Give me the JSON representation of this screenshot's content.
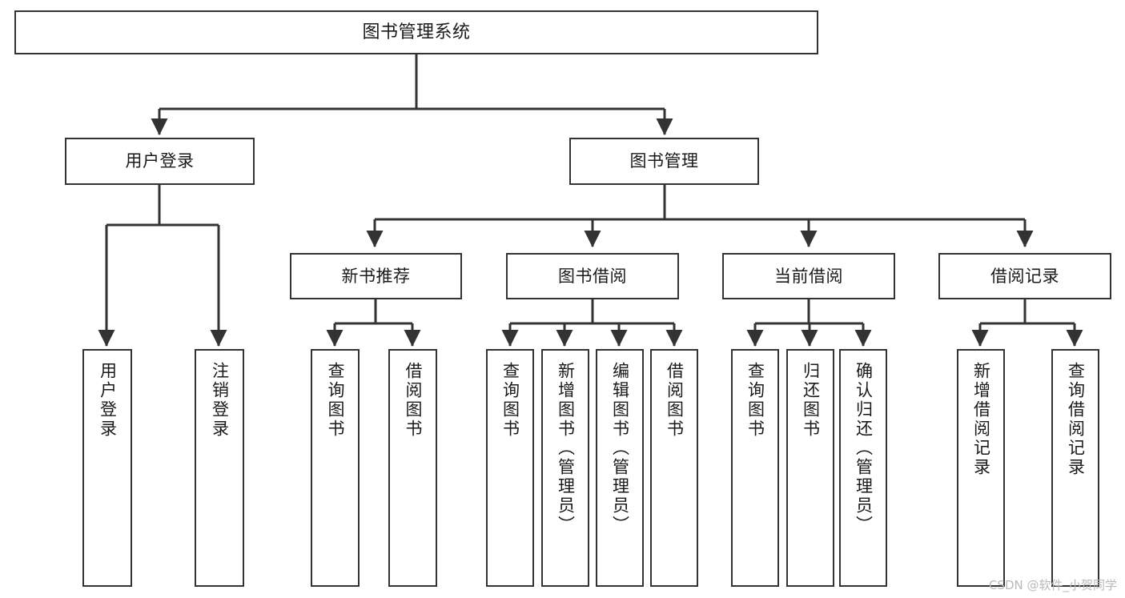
{
  "diagram": {
    "type": "tree",
    "title": "图书管理系统",
    "orientation": "top-down",
    "colors": {
      "box_stroke": "#333333",
      "box_fill": "#ffffff",
      "edge_stroke": "#333333",
      "text": "#1a1a1a",
      "watermark": "#b9b9b9",
      "background": "#ffffff"
    },
    "watermark": "CSDN @软件_小贺同学",
    "nodes": {
      "root": {
        "label": "图书管理系统"
      },
      "level2": [
        {
          "id": "user-login",
          "label": "用户登录"
        },
        {
          "id": "book-manage",
          "label": "图书管理"
        }
      ],
      "level3": [
        {
          "id": "new-book-rec",
          "label": "新书推荐"
        },
        {
          "id": "book-borrow",
          "label": "图书借阅"
        },
        {
          "id": "current-borrow",
          "label": "当前借阅"
        },
        {
          "id": "borrow-record",
          "label": "借阅记录"
        }
      ],
      "leaves": {
        "user_login": [
          {
            "id": "leaf-user-login",
            "label": "用户登录"
          },
          {
            "id": "leaf-logout",
            "label": "注销登录"
          }
        ],
        "new_book_rec": [
          {
            "id": "leaf-query-book-1",
            "label": "查询图书"
          },
          {
            "id": "leaf-borrow-book-1",
            "label": "借阅图书"
          }
        ],
        "book_borrow": [
          {
            "id": "leaf-query-book-2",
            "label": "查询图书"
          },
          {
            "id": "leaf-add-book",
            "label": "新增图书（管理员）"
          },
          {
            "id": "leaf-edit-book",
            "label": "编辑图书（管理员）"
          },
          {
            "id": "leaf-borrow-book-2",
            "label": "借阅图书"
          }
        ],
        "current_borrow": [
          {
            "id": "leaf-query-book-3",
            "label": "查询图书"
          },
          {
            "id": "leaf-return-book",
            "label": "归还图书"
          },
          {
            "id": "leaf-confirm-return",
            "label": "确认归还（管理员）"
          }
        ],
        "borrow_record": [
          {
            "id": "leaf-add-record",
            "label": "新增借阅记录"
          },
          {
            "id": "leaf-query-record",
            "label": "查询借阅记录"
          }
        ]
      }
    }
  }
}
